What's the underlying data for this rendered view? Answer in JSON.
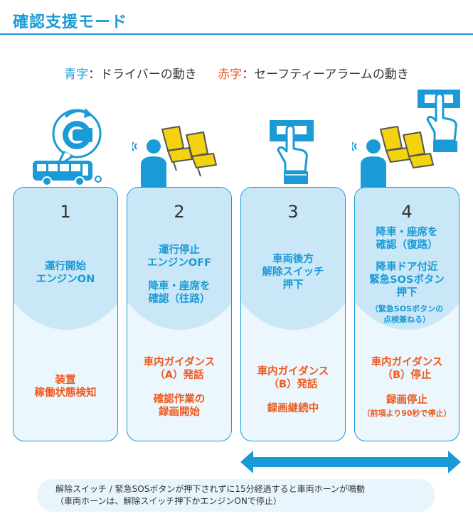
{
  "header": {
    "title": "確認支援モード"
  },
  "legend": {
    "blue_label": "青字",
    "blue_text": "：ドライバーの動き",
    "red_label": "赤字",
    "red_text": "：セーフティーアラームの動き"
  },
  "colors": {
    "accent_blue": "#1a9ad6",
    "alarm_red": "#ee5a1e",
    "card_bg": "#ebf6fd",
    "card_cap": "#c9e7f7",
    "seat_yellow": "#f4d20d"
  },
  "icons": [
    "bus-engine-icon",
    "driver-seat-icon",
    "switch-press-icon",
    "sos-button-icon"
  ],
  "steps": [
    {
      "number": "1",
      "blue": [
        "運行開始",
        "エンジンON"
      ],
      "red": [
        "装置",
        "稼働状態検知"
      ]
    },
    {
      "number": "2",
      "blue1": [
        "運行停止",
        "エンジンOFF"
      ],
      "blue2": [
        "降車・座席を",
        "確認（往路）"
      ],
      "red1": [
        "車内ガイダンス",
        "（A）発話"
      ],
      "red2": [
        "確認作業の",
        "録画開始"
      ]
    },
    {
      "number": "3",
      "blue": [
        "車両後方",
        "解除スイッチ",
        "押下"
      ],
      "red1": [
        "車内ガイダンス",
        "（B）発話"
      ],
      "red2": [
        "録画継続中"
      ]
    },
    {
      "number": "4",
      "blue1": [
        "降車・座席を",
        "確認（復路）"
      ],
      "blue2": [
        "降車ドア付近",
        "緊急SOSボタン",
        "押下"
      ],
      "blue_note": [
        "（緊急SOSボタンの",
        "点検兼ねる）"
      ],
      "red1": [
        "車内ガイダンス",
        "（B）停止"
      ],
      "red2": [
        "録画停止"
      ],
      "red_note": [
        "（前項より90秒で停止）"
      ]
    }
  ],
  "footer": {
    "line1": "解除スイッチ / 緊急SOSボタンが押下されずに15分経過すると車両ホーンが鳴動",
    "line2": "（車両ホーンは、解除スイッチ押下かエンジンONで停止）"
  }
}
